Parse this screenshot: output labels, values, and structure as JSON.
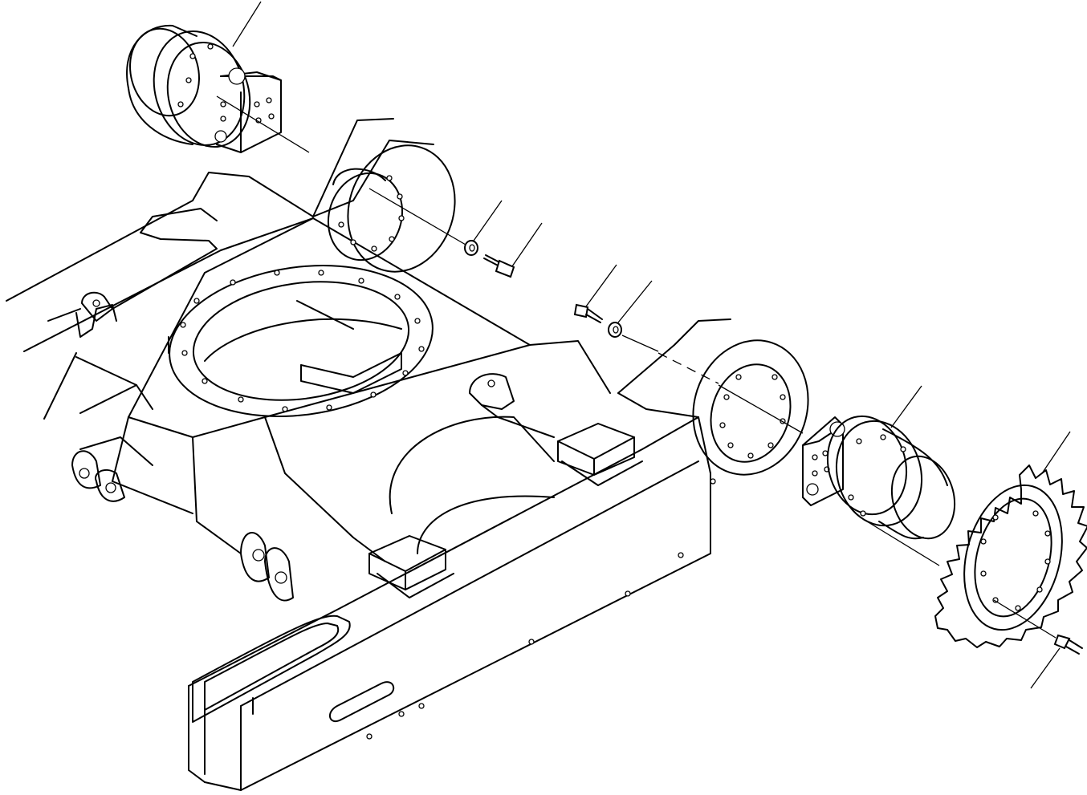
{
  "figure": {
    "callouts": [
      {
        "part": "travel-motor-left"
      },
      {
        "part": "washer-left"
      },
      {
        "part": "bolt-left"
      },
      {
        "part": "bolt-right"
      },
      {
        "part": "washer-right"
      },
      {
        "part": "travel-motor-right"
      },
      {
        "part": "sprocket"
      },
      {
        "part": "sprocket-bolt"
      }
    ]
  }
}
